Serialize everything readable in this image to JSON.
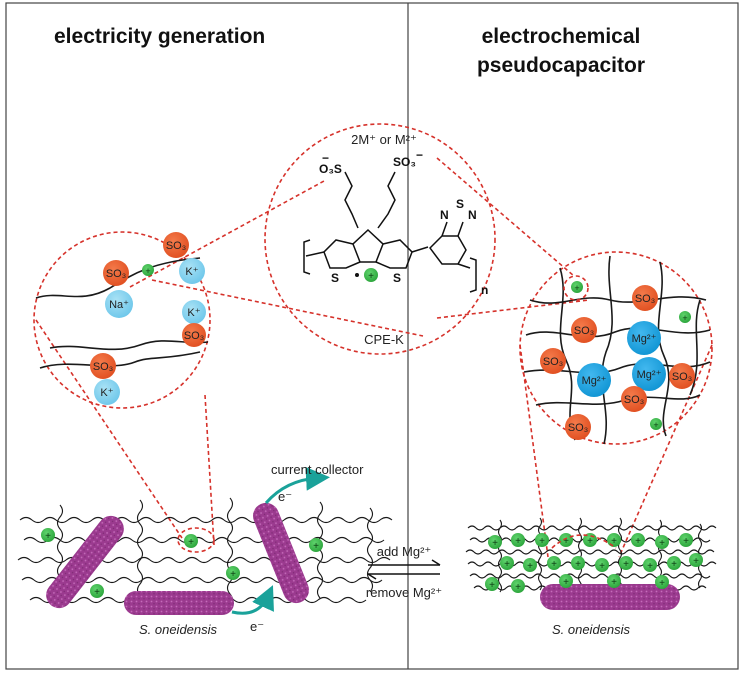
{
  "panels": {
    "left_title": "electricity generation",
    "right_title_line1": "electrochemical",
    "right_title_line2": "pseudocapacitor"
  },
  "molecule": {
    "counterion": "2M⁺ or M²⁺",
    "left_group": "O₃S",
    "left_group_charge": "−",
    "right_group": "SO₃",
    "right_group_charge": "−",
    "thiophene_s": "S",
    "thiadiazole_n": "N",
    "thiadiazole_s": "S",
    "repeat_n": "n",
    "name": "CPE-K"
  },
  "left_zoom": {
    "sulfonate": "SO₃",
    "sodium": "Na⁺",
    "potassium": "K⁺"
  },
  "right_zoom": {
    "sulfonate": "SO₃",
    "magnesium": "Mg²⁺"
  },
  "labels": {
    "current_collector": "current collector",
    "electron": "e⁻",
    "bacteria": "S. oneidensis",
    "add": "add Mg²⁺",
    "remove": "remove Mg²⁺"
  },
  "colors": {
    "sulfonate": "#e8572a",
    "cation_light": "#7fd0ee",
    "cation_mg": "#1aa3e0",
    "hole": "#3ab54a",
    "bacteria": "#9b3a8f",
    "electron_arrow": "#1aa29a",
    "zoom_line": "#d6322b"
  }
}
